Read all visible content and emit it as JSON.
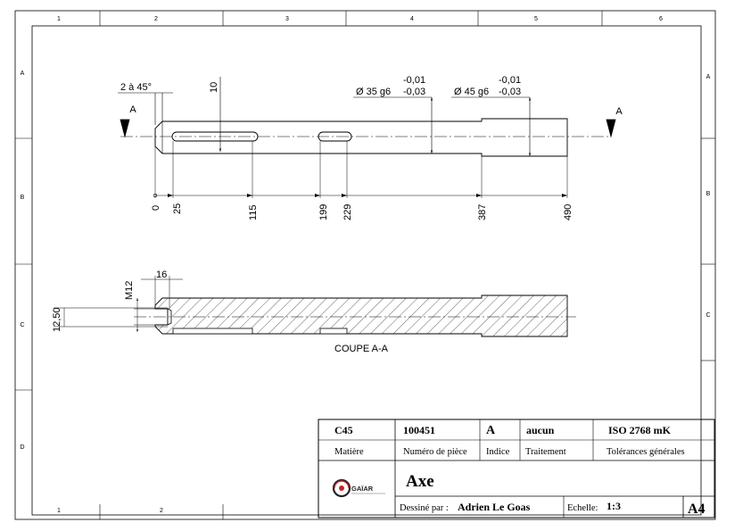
{
  "frame": {
    "top_cols": [
      "1",
      "2",
      "3",
      "4",
      "5",
      "6"
    ],
    "bottom_cols": [
      "1",
      "2"
    ],
    "left_rows": [
      "A",
      "B",
      "C",
      "D"
    ],
    "right_rows": [
      "A",
      "B",
      "C"
    ]
  },
  "drawing": {
    "chamfer": "2 à 45°",
    "keyway_width": "10",
    "dia1": "Ø 35 g6",
    "dia1_tol_upper": "-0,01",
    "dia1_tol_lower": "-0,03",
    "dia2": "Ø 45 g6",
    "dia2_tol_upper": "-0,01",
    "dia2_tol_lower": "-0,03",
    "section_letter": "A",
    "x_dims": [
      "0",
      "25",
      "115",
      "199",
      "229",
      "387",
      "490"
    ],
    "thread": "M12",
    "thread_depth": "16",
    "tap_depth": "12,50",
    "section_label": "COUPE A-A"
  },
  "title_block": {
    "material": "C45",
    "part_number": "100451",
    "index": "A",
    "treatment": "aucun",
    "tolerance": "ISO 2768 mK",
    "h_material": "Matière",
    "h_part_number": "Numéro de pièce",
    "h_index": "Indice",
    "h_treatment": "Traitement",
    "h_tolerance": "Tolérances générales",
    "logo_text": "GAÏAR",
    "title": "Axe",
    "drawn_by_label": "Dessiné par :",
    "drawn_by": "Adrien Le Goas",
    "scale_label": "Echelle:",
    "scale": "1:3",
    "sheet_size": "A4"
  }
}
